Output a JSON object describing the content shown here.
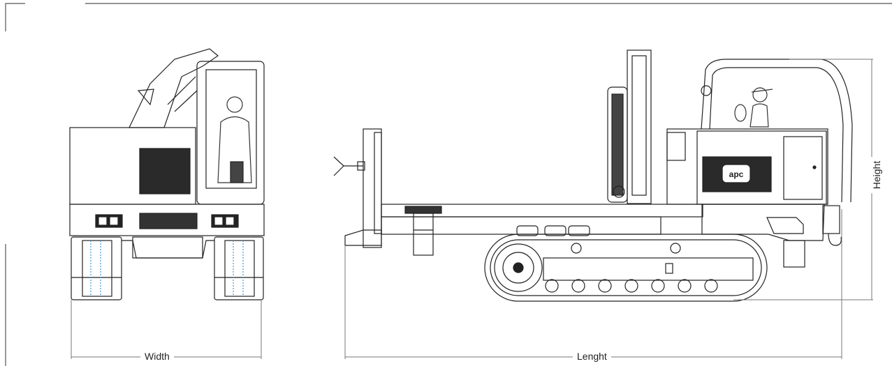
{
  "dimensions": {
    "width_label": "Width",
    "length_label": "Lenght",
    "height_label": "Height"
  },
  "machine": {
    "logo_text": "apc"
  },
  "colors": {
    "line": "#222222",
    "dimension_line": "#777777",
    "background": "#ffffff"
  }
}
